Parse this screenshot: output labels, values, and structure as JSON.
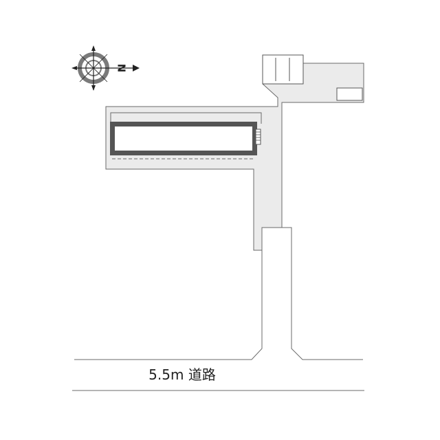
{
  "compass": {
    "north_letter": "N",
    "north_direction": "right"
  },
  "road": {
    "label": "5.5m 道路"
  },
  "colors": {
    "lot_fill": "#ebebeb",
    "outline": "#6a6a6a",
    "building_border": "#555555",
    "building_fill": "#ffffff",
    "compass_ring": "#7a7a7a"
  }
}
